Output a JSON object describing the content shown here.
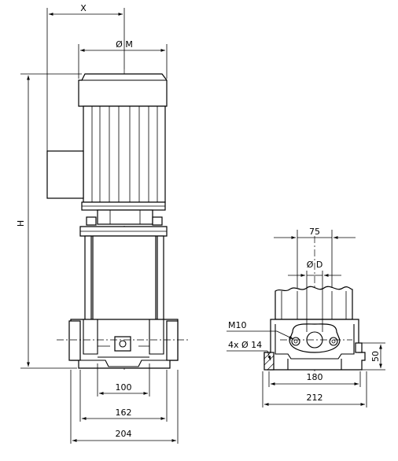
{
  "labels": {
    "x": "X",
    "dia_m": "Ø M",
    "h": "H",
    "dim_100": "100",
    "dim_162": "162",
    "dim_204": "204",
    "dim_75": "75",
    "dia_d": "Ø D",
    "m10": "M10",
    "holes": "4x Ø 14",
    "dim_50": "50",
    "dim_180": "180",
    "dim_212": "212"
  }
}
